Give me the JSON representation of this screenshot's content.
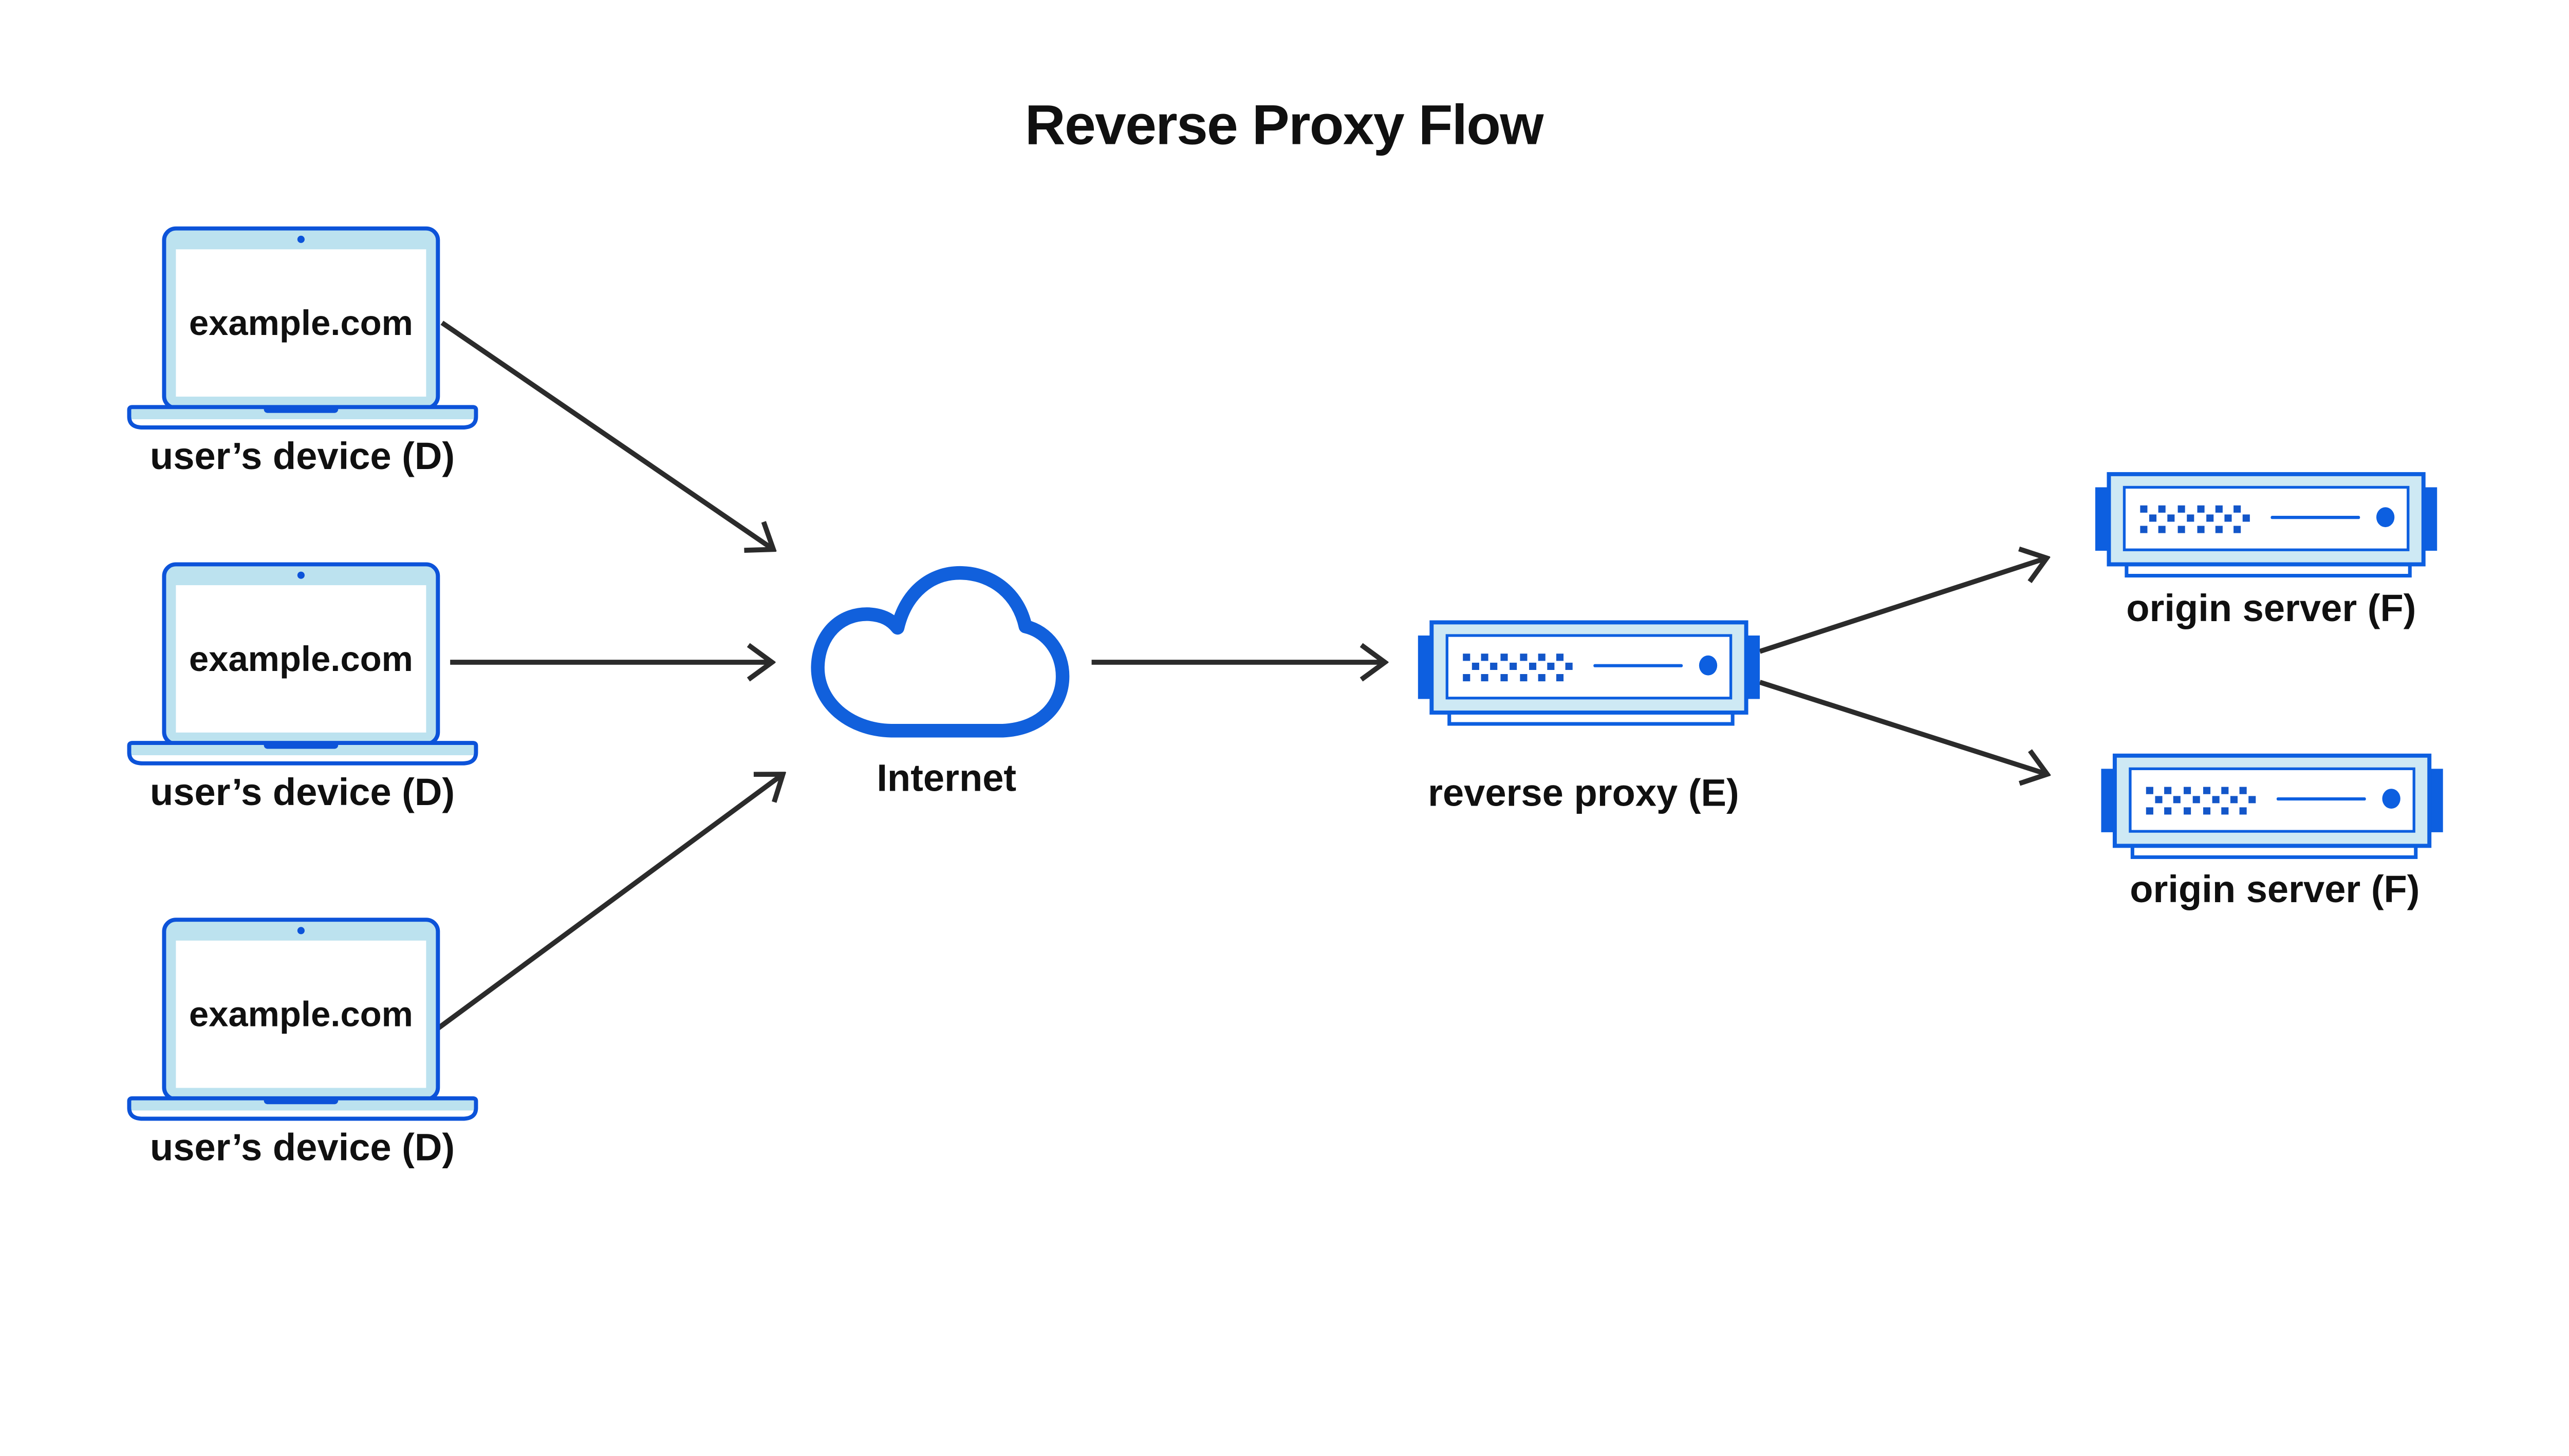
{
  "title": "Reverse Proxy Flow",
  "devices": [
    {
      "screen_text": "example.com",
      "label": "user’s device (D)"
    },
    {
      "screen_text": "example.com",
      "label": "user’s device (D)"
    },
    {
      "screen_text": "example.com",
      "label": "user’s device (D)"
    }
  ],
  "internet": {
    "label": "Internet"
  },
  "reverse_proxy": {
    "label": "reverse proxy (E)"
  },
  "origin_servers": [
    {
      "label": "origin server (F)"
    },
    {
      "label": "origin server (F)"
    }
  ],
  "icons": {
    "device": "laptop-icon",
    "internet": "cloud-icon",
    "proxy": "server-icon",
    "origin": "server-icon",
    "connector": "arrow-icon"
  },
  "colors": {
    "laptop_blue": "#0C53D9",
    "server_blue": "#0D5FE0",
    "pattern_blue": "#1356C9",
    "cloud_blue": "#1160DC",
    "light_blue_laptop": "#BCE2EF",
    "light_blue_server": "#CEE9F4",
    "arrow_color": "#2B2B2B",
    "text_color": "#101010",
    "bg_color": "#FFFFFF"
  }
}
